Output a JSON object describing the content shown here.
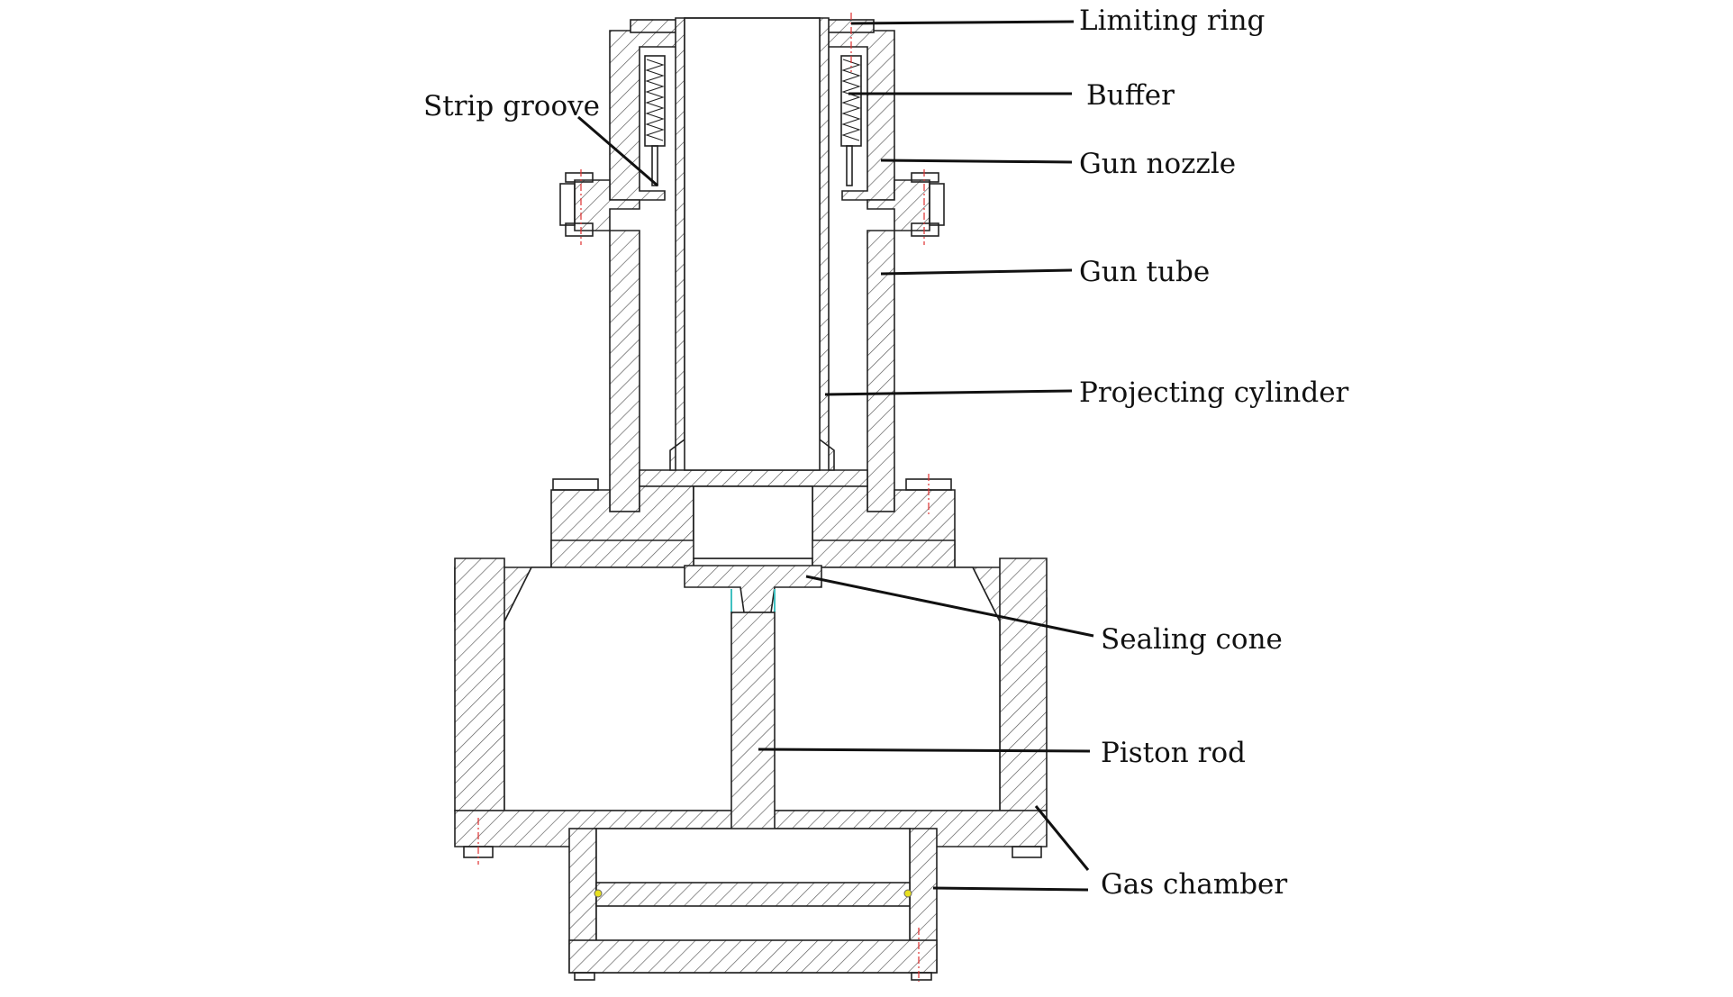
{
  "labels": {
    "limiting_ring": "Limiting ring",
    "buffer": "Buffer",
    "strip_groove": "Strip groove",
    "gun_nozzle": "Gun nozzle",
    "gun_tube": "Gun tube",
    "projecting_cylinder": "Projecting cylinder",
    "sealing_cone": "Sealing cone",
    "piston_rod": "Piston rod",
    "gas_chamber": "Gas chamber"
  },
  "colors": {
    "line": "#222222",
    "centerline": "#e03030",
    "seal_marker": "#e8e020",
    "seal_accent": "#40c0c0"
  }
}
